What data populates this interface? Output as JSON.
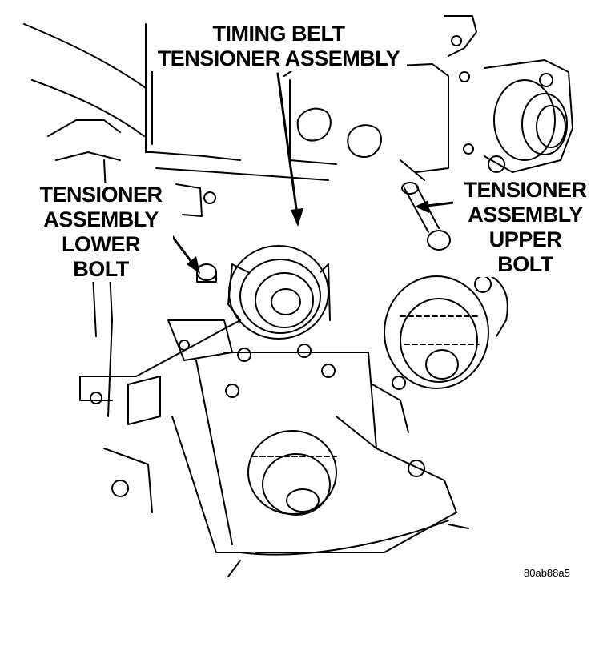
{
  "labels": {
    "timing_belt_tensioner": [
      "TIMING BELT",
      "TENSIONER ASSEMBLY"
    ],
    "tensioner_lower_bolt": [
      "TENSIONER",
      "ASSEMBLY",
      "LOWER",
      "BOLT"
    ],
    "tensioner_upper_bolt": [
      "TENSIONER",
      "ASSEMBLY",
      "UPPER",
      "BOLT"
    ]
  },
  "figure_id": "80ab88a5",
  "colors": {
    "ink": "#000000",
    "paper": "#ffffff"
  }
}
